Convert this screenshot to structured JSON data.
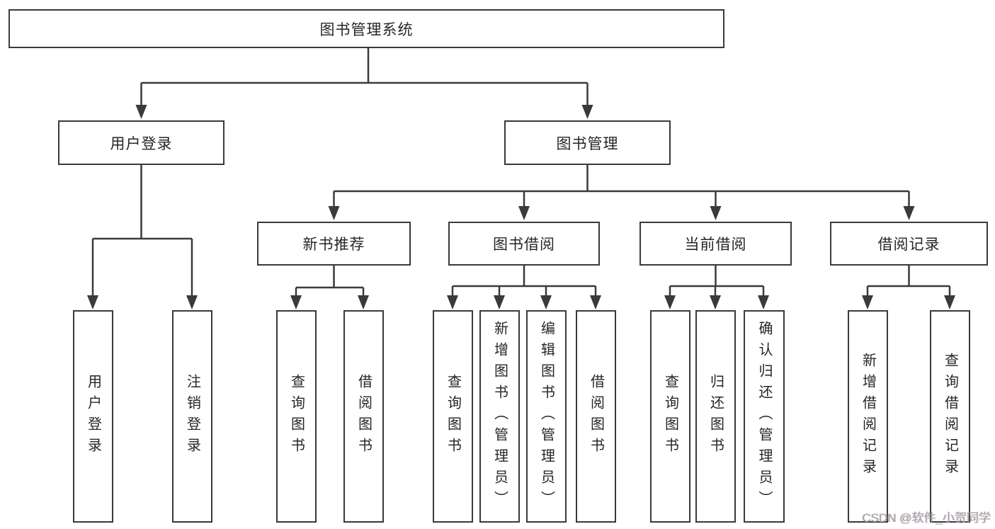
{
  "tree": {
    "label": "图书管理系统",
    "children": [
      {
        "label": "用户登录",
        "children": [
          {
            "label": "用户登录"
          },
          {
            "label": "注销登录"
          }
        ]
      },
      {
        "label": "图书管理",
        "children": [
          {
            "label": "新书推荐",
            "children": [
              {
                "label": "查询图书"
              },
              {
                "label": "借阅图书"
              }
            ]
          },
          {
            "label": "图书借阅",
            "children": [
              {
                "label": "查询图书"
              },
              {
                "label": "新增图书（管理员）"
              },
              {
                "label": "编辑图书（管理员）"
              },
              {
                "label": "借阅图书"
              }
            ]
          },
          {
            "label": "当前借阅",
            "children": [
              {
                "label": "查询图书"
              },
              {
                "label": "归还图书"
              },
              {
                "label": "确认归还（管理员）"
              }
            ]
          },
          {
            "label": "借阅记录",
            "children": [
              {
                "label": "新增借阅记录"
              },
              {
                "label": "查询借阅记录"
              }
            ]
          }
        ]
      }
    ]
  },
  "watermark": {
    "text": "CSDN @软件_小贺同学"
  },
  "colors": {
    "line": "#3a3a3a",
    "box_border": "#3a3a3a",
    "text": "#262626",
    "watermark_text": "#a3a3a3",
    "background": "#ffffff"
  }
}
